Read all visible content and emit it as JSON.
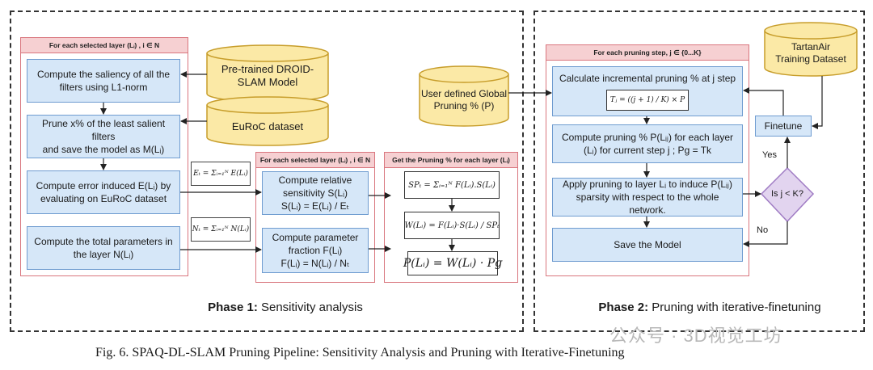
{
  "phase1": {
    "title_bold": "Phase 1:",
    "title_rest": " Sensitivity analysis",
    "container_a_header": "For each selected layer (Lᵢ) , i ∈ N",
    "container_b_header": "For each selected layer (Lᵢ) , i ∈ N",
    "container_c_header": "Get the Pruning % for each layer (Lᵢ)",
    "boxes": {
      "saliency": "Compute the saliency of all the\nfilters using L1-norm",
      "prune": "Prune x% of the least salient filters\nand save the model as M(Lᵢ)",
      "error": "Compute error induced E(Lᵢ) by\nevaluating on EuRoC dataset",
      "params": "Compute the total parameters in\nthe layer N(Lᵢ)",
      "sensitivity": "Compute relative\nsensitivity S(Lᵢ)\nS(Lᵢ) = E(Lᵢ) / Eₜ",
      "fraction": "Compute parameter\nfraction F(Lᵢ)\nF(Lᵢ) = N(Lᵢ) / Nₜ"
    },
    "databases": {
      "droid": "Pre-trained DROID-\nSLAM Model",
      "euroc": "EuRoC dataset",
      "global": "User defined Global\nPruning % (P)"
    },
    "side_formulas": {
      "et": "Eₜ = Σᵢ₌₁ᴺ E(Lᵢ)",
      "nt": "Nₜ = Σᵢ₌₁ᴺ N(Lᵢ)"
    },
    "formulas": {
      "spt": "SPₜ = Σᵢ₌₁ᴺ F(Lᵢ).S(Lᵢ)",
      "w": "W(Lᵢ) = F(Lᵢ)·S(Lᵢ) / SPₜ",
      "p": "P(Lᵢ) = W(Lᵢ) · Pɡ"
    }
  },
  "phase2": {
    "title_bold": "Phase 2:",
    "title_rest": " Pruning with iterative-finetuning",
    "container_header": "For each pruning step, j ∈ {0...K}",
    "boxes": {
      "incremental": "Calculate incremental pruning % at j step",
      "incremental_formula": "Tⱼ = ((j + 1) / K) × P",
      "compute_p": "Compute pruning % P(Lᵢⱼ) for each layer\n(Lᵢ) for current step j ; Pɡ = Tk",
      "apply": "Apply pruning to layer Lᵢ to induce P(Lᵢⱼ)\nsparsity with respect to the whole network.",
      "save": "Save the Model",
      "finetune": "Finetune"
    },
    "databases": {
      "tartanair": "TartanAir\nTraining Dataset"
    },
    "decision": "Is j < K?",
    "yes_label": "Yes",
    "no_label": "No"
  },
  "caption": "Fig. 6.    SPAQ-DL-SLAM Pruning Pipeline: Sensitivity Analysis and Pruning with Iterative-Finetuning",
  "watermark": "公众号 · 3D视觉工坊"
}
